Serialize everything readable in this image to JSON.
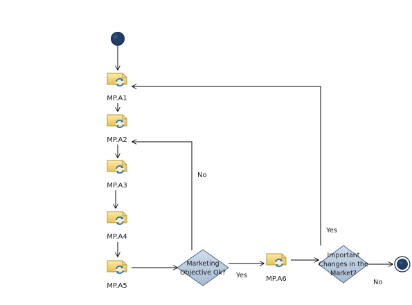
{
  "diagram": {
    "type": "process-flow",
    "start": {
      "name": "start"
    },
    "activities": [
      {
        "id": "a1",
        "label": "MP.A1"
      },
      {
        "id": "a2",
        "label": "MP.A2"
      },
      {
        "id": "a3",
        "label": "MP.A3"
      },
      {
        "id": "a4",
        "label": "MP.A4"
      },
      {
        "id": "a5",
        "label": "MP.A5"
      },
      {
        "id": "a6",
        "label": "MP.A6"
      }
    ],
    "decisions": [
      {
        "id": "d1",
        "lines": [
          "Marketing",
          "Objective Ok?"
        ]
      },
      {
        "id": "d2",
        "lines": [
          "Important",
          "Changes in the",
          "Market?"
        ]
      }
    ],
    "end": {
      "name": "end"
    },
    "edge_labels": {
      "d1_no": "No",
      "d1_yes": "Yes",
      "d2_yes": "Yes",
      "d2_no": "No"
    },
    "edges": [
      {
        "from": "start",
        "to": "a1"
      },
      {
        "from": "a1",
        "to": "a2"
      },
      {
        "from": "a2",
        "to": "a3"
      },
      {
        "from": "a3",
        "to": "a4"
      },
      {
        "from": "a4",
        "to": "a5"
      },
      {
        "from": "a5",
        "to": "d1"
      },
      {
        "from": "d1",
        "to": "a6",
        "label": "Yes"
      },
      {
        "from": "d1",
        "to": "a2",
        "label": "No"
      },
      {
        "from": "a6",
        "to": "d2"
      },
      {
        "from": "d2",
        "to": "a1",
        "label": "Yes"
      },
      {
        "from": "d2",
        "to": "end",
        "label": "No"
      }
    ],
    "colors": {
      "start_fill": "#1f3d66",
      "end_fill": "#1f3d66",
      "decision_fill": "#b7c9dd",
      "decision_stroke": "#4d6682",
      "task_fill": "#f3d97a",
      "task_stroke": "#b99533",
      "task_arrow": "#2b6cb0",
      "edge": "#000000"
    }
  }
}
